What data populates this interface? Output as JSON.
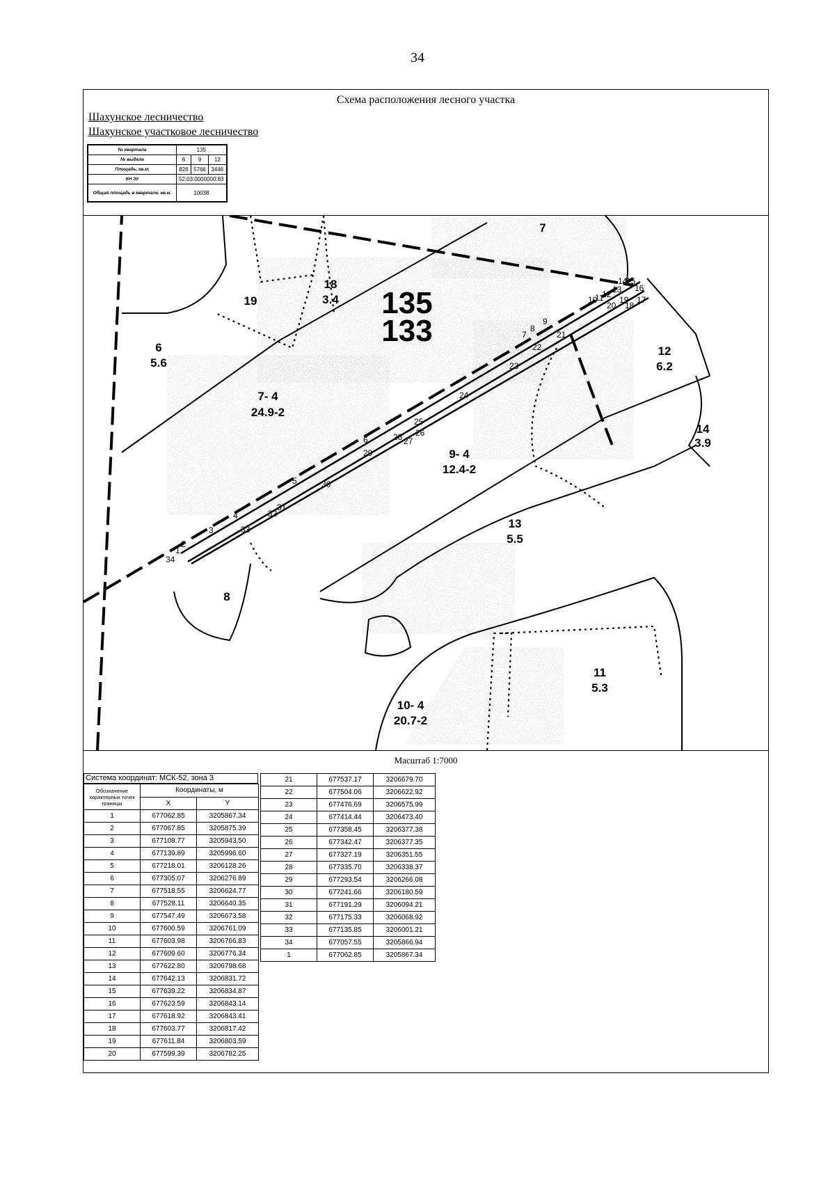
{
  "page_number": "34",
  "scheme_title": "Схема расположения лесного участка",
  "forestry": "Шахунское лесничество",
  "district_forestry": "Шахунское участковое лесничество",
  "summary": {
    "quarter_label": "№ квартала",
    "quarter_value": "135",
    "plot_label": "№ выдела",
    "plots": [
      "6",
      "9",
      "12"
    ],
    "area_label": "Площадь, кв.м.",
    "areas": [
      "826",
      "5766",
      "3446"
    ],
    "cadastral_label": "КН ЗУ",
    "cadastral_value": "52:03:0000000:83",
    "total_label": "Общая площадь в квартале, кв.м.",
    "total_value": "10038"
  },
  "map": {
    "quarter_numbers": [
      "135",
      "133"
    ],
    "plot_labels": [
      {
        "num": "7",
        "area": ""
      },
      {
        "num": "18",
        "area": "3.4"
      },
      {
        "num": "19",
        "area": ""
      },
      {
        "num": "6",
        "area": "5.6"
      },
      {
        "num": "7- 4",
        "area": "24.9-2"
      },
      {
        "num": "12",
        "area": "6.2"
      },
      {
        "num": "14",
        "area": "3.9"
      },
      {
        "num": "9- 4",
        "area": "12.4-2"
      },
      {
        "num": "13",
        "area": "5.5"
      },
      {
        "num": "8",
        "area": ""
      },
      {
        "num": "11",
        "area": "5.3"
      },
      {
        "num": "10- 4",
        "area": "20.7-2"
      }
    ],
    "point_labels": [
      "1",
      "2",
      "3",
      "4",
      "5",
      "6",
      "7",
      "8",
      "9",
      "10",
      "11",
      "12",
      "13",
      "14",
      "15",
      "16",
      "17",
      "18",
      "19",
      "20",
      "21",
      "22",
      "23",
      "24",
      "25",
      "26",
      "27",
      "28",
      "29",
      "30",
      "31",
      "32",
      "33",
      "34"
    ]
  },
  "scale": "Масштаб 1:7000",
  "coords": {
    "system": "Система координат: МСК-52, зона 3",
    "col_point": "Обозначение характерных точек границы",
    "col_coords": "Координаты, м",
    "col_x": "X",
    "col_y": "Y",
    "rows_left": [
      [
        "1",
        "677062.85",
        "3205867.34"
      ],
      [
        "2",
        "677067.85",
        "3205875.39"
      ],
      [
        "3",
        "677108.77",
        "3205943.50"
      ],
      [
        "4",
        "677139.89",
        "3205996.60"
      ],
      [
        "5",
        "677218.01",
        "3206128.26"
      ],
      [
        "6",
        "677305.07",
        "3206276.89"
      ],
      [
        "7",
        "677518.55",
        "3206624.77"
      ],
      [
        "8",
        "677528.11",
        "3206640.35"
      ],
      [
        "9",
        "677547.49",
        "3206673.58"
      ],
      [
        "10",
        "677600.59",
        "3206761.09"
      ],
      [
        "11",
        "677603.98",
        "3206766.83"
      ],
      [
        "12",
        "677609.60",
        "3206776.34"
      ],
      [
        "13",
        "677622.80",
        "3206798.68"
      ],
      [
        "14",
        "677642.13",
        "3206831.72"
      ],
      [
        "15",
        "677639.22",
        "3206834.87"
      ],
      [
        "16",
        "677623.59",
        "3206843.14"
      ],
      [
        "17",
        "677618.92",
        "3206843.41"
      ],
      [
        "18",
        "677603.77",
        "3206817.42"
      ],
      [
        "19",
        "677611.84",
        "3206803.59"
      ],
      [
        "20",
        "677599.39",
        "3206782.25"
      ]
    ],
    "rows_right": [
      [
        "21",
        "677537.17",
        "3206679.70"
      ],
      [
        "22",
        "677504.06",
        "3206622.92"
      ],
      [
        "23",
        "677476.69",
        "3206575.99"
      ],
      [
        "24",
        "677414.44",
        "3206473.40"
      ],
      [
        "25",
        "677358.45",
        "3206377.38"
      ],
      [
        "26",
        "677342.47",
        "3206377.35"
      ],
      [
        "27",
        "677327.19",
        "3206351.55"
      ],
      [
        "28",
        "677335.70",
        "3206338.37"
      ],
      [
        "29",
        "677293.54",
        "3206266.08"
      ],
      [
        "30",
        "677241.66",
        "3206180.59"
      ],
      [
        "31",
        "677191.29",
        "3206094.21"
      ],
      [
        "32",
        "677175.33",
        "3206068.92"
      ],
      [
        "33",
        "677135.85",
        "3206001.21"
      ],
      [
        "34",
        "677057.55",
        "3205866.94"
      ],
      [
        "1",
        "677062.85",
        "3205867.34"
      ]
    ]
  }
}
